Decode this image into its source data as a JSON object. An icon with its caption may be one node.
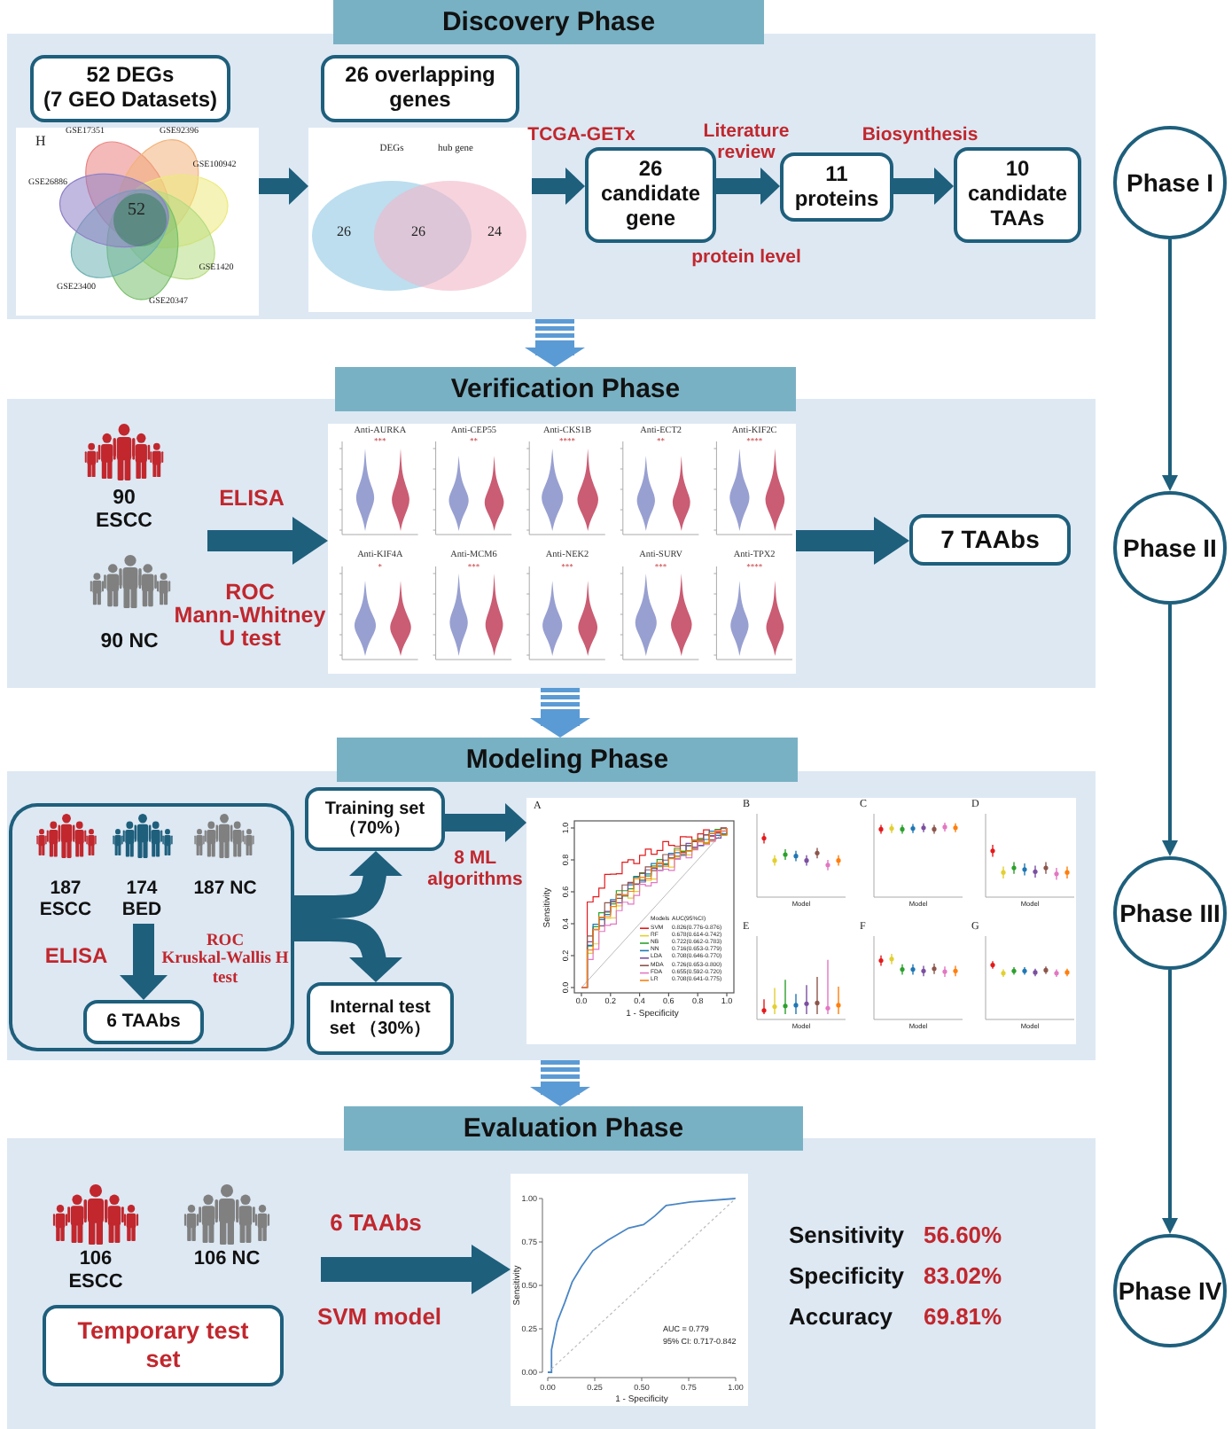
{
  "diagram": {
    "nodes": [
      {
        "text": [
          "Discovery Phase"
        ]
      },
      {
        "text": [
          "52 DEGs",
          "(7 GEO Datasets)"
        ],
        "in": 0
      },
      {
        "text": [
          "H",
          "GSE17351",
          "GSE92396",
          "GSE100942",
          "GSE26886",
          "52",
          "GSE1420",
          "GSE23400",
          "GSE20347"
        ],
        "in": 0
      },
      {
        "text": [
          "26 overlapping genes"
        ],
        "in": 0
      },
      {
        "text": [
          "DEGs",
          "hub gene",
          "26",
          "26",
          "24"
        ],
        "in": 0
      },
      {
        "text": [
          "26 candidate gene"
        ],
        "in": 0
      },
      {
        "text": [
          "11 proteins"
        ],
        "in": 0
      },
      {
        "text": [
          "10 candidate TAAs"
        ],
        "in": 0
      },
      {
        "text": [
          "Phase I"
        ]
      },
      {
        "text": [
          "Verification Phase"
        ]
      },
      {
        "text": [
          "Anti-AURKA",
          "***",
          "Anti-CEP55",
          "**",
          "Anti-CKS1B",
          "****",
          "Anti-ECT2",
          "**",
          "Anti-KIF2C",
          "****",
          "Anti-KIF4A",
          "*",
          "Anti-MCM6",
          "***",
          "Anti-NEK2",
          "***",
          "Anti-SURV",
          "***",
          "Anti-TPX2",
          "****"
        ],
        "in": 9
      },
      {
        "text": [
          "7 TAAbs"
        ],
        "in": 9
      },
      {
        "text": [
          "Phase II"
        ]
      },
      {
        "text": [
          "Modeling Phase"
        ]
      },
      {
        "text": [
          "187 ESCC",
          "174 BED",
          "187 NC",
          "ROC Kruskal-Wallis H test"
        ],
        "in": 13
      },
      {
        "text": [
          "6 TAAbs"
        ],
        "in": 14
      },
      {
        "text": [
          "Training set （70%）"
        ],
        "in": 13
      },
      {
        "text": [
          "Internal test set （30%）"
        ],
        "in": 13
      },
      {
        "text": [
          "A",
          "1.0",
          "0.8",
          "0.6",
          "0.4",
          "0.2",
          "0.0",
          "Sensitivity",
          "Models",
          "AUC(95%CI)",
          "SVM",
          "0.826(0.776-0.876)",
          "RF",
          "0.678(0.614-0.742)",
          "NB",
          "0.722(0.662-0.783)",
          "NN",
          "0.716(0.653-0.779)",
          "LDA",
          "0.708(0.646-0.770)",
          "MDA",
          "0.726(0.653-0.800)",
          "FDA",
          "0.655(0.592-0.720)",
          "LR",
          "0.708(0.641-0.775)",
          "0.0",
          "0.2",
          "0.4",
          "0.6",
          "0.8",
          "1.0",
          "1 - Specificity",
          "B",
          "C",
          "D",
          "E",
          "F",
          "G",
          "Model",
          "Model",
          "Model",
          "Model",
          "Model",
          "Model"
        ],
        "in": 13
      },
      {
        "text": [
          "Phase III"
        ]
      },
      {
        "text": [
          "Evaluation Phase"
        ]
      },
      {
        "text": [
          "Temporary test set"
        ],
        "in": 20
      },
      {
        "text": [],
        "shape": "picture",
        "in": 20
      },
      {
        "text": [
          "Phase IV"
        ]
      }
    ],
    "edges": [
      {
        "from": 2,
        "to": 4,
        "arrow": "to",
        "style": "thick"
      },
      {
        "from": 4,
        "to": 5,
        "arrow": "to",
        "style": "thick",
        "label": "TCGA-GETx"
      },
      {
        "from": 5,
        "to": 6,
        "arrow": "to",
        "style": "thick",
        "label": "Literature review"
      },
      {
        "from": 6,
        "to": 7,
        "arrow": "to",
        "style": "thick",
        "label": "Biosynthesis"
      },
      {
        "from": 0,
        "to": 9,
        "arrow": "to",
        "style": "thick",
        "color": "#5b9bd5"
      },
      {
        "from": null,
        "to": 10,
        "arrow": "to",
        "style": "thick",
        "label": "ELISA"
      },
      {
        "from": 10,
        "to": 11,
        "arrow": "to",
        "style": "thick"
      },
      {
        "from": 9,
        "to": 13,
        "arrow": "to",
        "style": "thick",
        "color": "#5b9bd5"
      },
      {
        "from": 14,
        "to": 16,
        "arrow": "to",
        "style": "thick"
      },
      {
        "from": 14,
        "to": 17,
        "arrow": "to",
        "style": "thick"
      },
      {
        "from": 16,
        "to": 18,
        "arrow": "to",
        "style": "thick",
        "label": "8 ML algorithms"
      },
      {
        "from": null,
        "to": 15,
        "arrow": "to",
        "style": "thick",
        "label": "ELISA"
      },
      {
        "from": 13,
        "to": 20,
        "arrow": "to",
        "style": "thick",
        "color": "#5b9bd5"
      },
      {
        "from": null,
        "to": 22,
        "arrow": "to",
        "style": "thick",
        "label": "6 TAAbs"
      },
      {
        "from": 8,
        "to": 12,
        "arrow": "to"
      },
      {
        "from": 12,
        "to": 19,
        "arrow": "to"
      },
      {
        "from": 19,
        "to": 23,
        "arrow": "to"
      }
    ],
    "labels": [
      "protein level",
      "90 ESCC",
      "ROC Mann-Whitney U test",
      "90 NC",
      "106 ESCC",
      "106 NC",
      "SVM model",
      "Sensitivity",
      "56.60%",
      "Specificity",
      "83.02%",
      "Accuracy",
      "69.81%"
    ],
    "chart_data": {
      "type": "line",
      "xlabel": "1 - Specificity",
      "ylabel": "Sensitivity",
      "x": [
        0,
        0.02,
        0.02,
        0.05,
        0.09,
        0.13,
        0.18,
        0.24,
        0.32,
        0.43,
        0.51,
        0.57,
        0.63,
        0.76,
        1
      ],
      "series": [
        {
          "color": "#4a86c5",
          "values": [
            0,
            0,
            0.13,
            0.29,
            0.4,
            0.52,
            0.61,
            0.7,
            0.76,
            0.83,
            0.85,
            0.9,
            0.96,
            0.98,
            1
          ]
        },
        {
          "color": "#bbbbbb",
          "line_style": "dashed",
          "values": [
            null,
            0.02,
            0.02,
            0.05,
            0.09,
            0.13,
            0.18,
            0.24,
            0.32,
            0.43,
            0.51,
            0.57,
            0.63,
            0.76,
            1
          ]
        }
      ],
      "xlim": [
        0,
        1
      ],
      "ylim": [
        0,
        1
      ],
      "xticks": [
        {
          "value": 0,
          "label": "0.00"
        },
        {
          "value": 0.25,
          "label": "0.25"
        },
        {
          "value": 0.5,
          "label": "0.50"
        },
        {
          "value": 0.75,
          "label": "0.75"
        },
        {
          "value": 1,
          "label": "1.00"
        }
      ],
      "yticks": [
        {
          "value": 0,
          "label": "0.00"
        },
        {
          "value": 0.25,
          "label": "0.25"
        },
        {
          "value": 0.5,
          "label": "0.50"
        },
        {
          "value": 0.75,
          "label": "0.75"
        },
        {
          "value": 1,
          "label": "1.00"
        }
      ],
      "annotations": [
        "AUC = 0.779",
        "95% CI: 0.717-0.842"
      ]
    }
  }
}
